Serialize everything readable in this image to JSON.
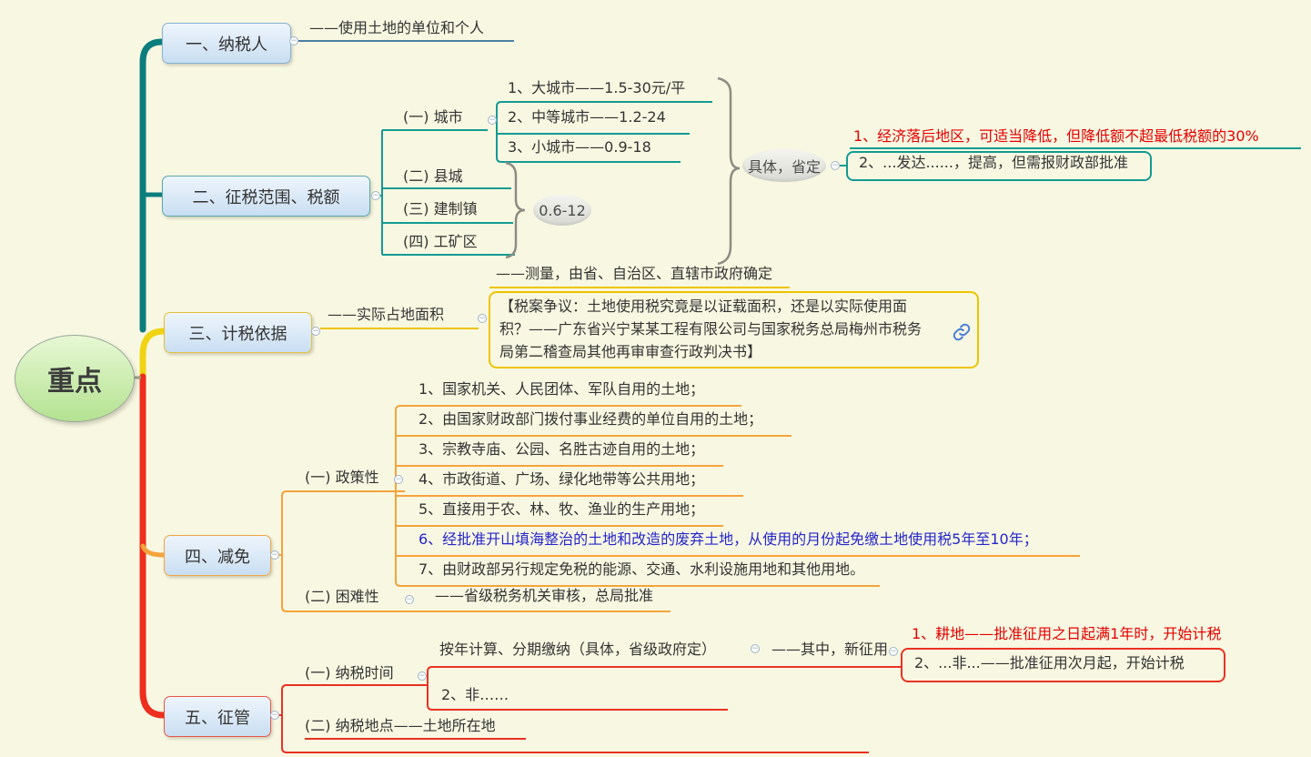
{
  "icons": {
    "collapse": "−",
    "link": "link-icon"
  },
  "root": {
    "label": "重点"
  },
  "b1": {
    "title": "一、纳税人",
    "note": "——使用土地的单位和个人"
  },
  "b2": {
    "title": "二、征税范围、税额",
    "city_label": "(一) 城市",
    "city_items": [
      "1、大城市——1.5-30元/平",
      "2、中等城市——1.2-24",
      "3、小城市——0.9-18"
    ],
    "county_label": "(二) 县城",
    "town_label": "(三) 建制镇",
    "mining_label": "(四) 工矿区",
    "range_badge": "0.6-12",
    "province_badge": "具体，省定",
    "province_note_1": "1、经济落后地区，可适当降低，但降低额不超最低税额的30%",
    "province_note_2": "2、...发达......，提高，但需报财政部批准"
  },
  "b3": {
    "title": "三、计税依据",
    "basis": "——实际占地面积",
    "measure": "——测量，由省、自治区、直辖市政府确定",
    "case_lines": [
      "【税案争议：土地使用税究竟是以证载面积，还是以实际使用面",
      "积？——广东省兴宁某某工程有限公司与国家税务总局梅州市税务",
      "局第二稽查局其他再审审查行政判决书】"
    ]
  },
  "b4": {
    "title": "四、减免",
    "policy_label": "(一) 政策性",
    "policy_items": [
      "1、国家机关、人民团体、军队自用的土地；",
      "2、由国家财政部门拨付事业经费的单位自用的土地；",
      "3、宗教寺庙、公园、名胜古迹自用的土地；",
      "4、市政街道、广场、绿化地带等公共用地；",
      "5、直接用于农、林、牧、渔业的生产用地；",
      "6、经批准开山填海整治的土地和改造的废弃土地，从使用的月份起免缴土地使用税5年至10年；",
      "7、由财政部另行规定免税的能源、交通、水利设施用地和其他用地。"
    ],
    "hardship_label": "(二) 困难性",
    "hardship_note": "——省级税务机关审核，总局批准"
  },
  "b5": {
    "title": "五、征管",
    "time_label": "(一) 纳税时间",
    "annual": "按年计算、分期缴纳（具体，省级政府定）",
    "non_item": "2、非……",
    "new_use": "——其中，新征用",
    "new_item_1": "1、耕地——批准征用之日起满1年时，开始计税",
    "new_item_2": "2、...非...——批准征用次月起，开始计税",
    "place_label": "(二) 纳税地点——土地所在地"
  },
  "colors": {
    "background": "#f8f8e2",
    "teal": "#149a94",
    "blue_line": "#4a7fa5",
    "yellow": "#edc400",
    "orange": "#f5a33b",
    "red": "#e93223",
    "red_text": "#e60000",
    "blue_text": "#2525cd"
  }
}
